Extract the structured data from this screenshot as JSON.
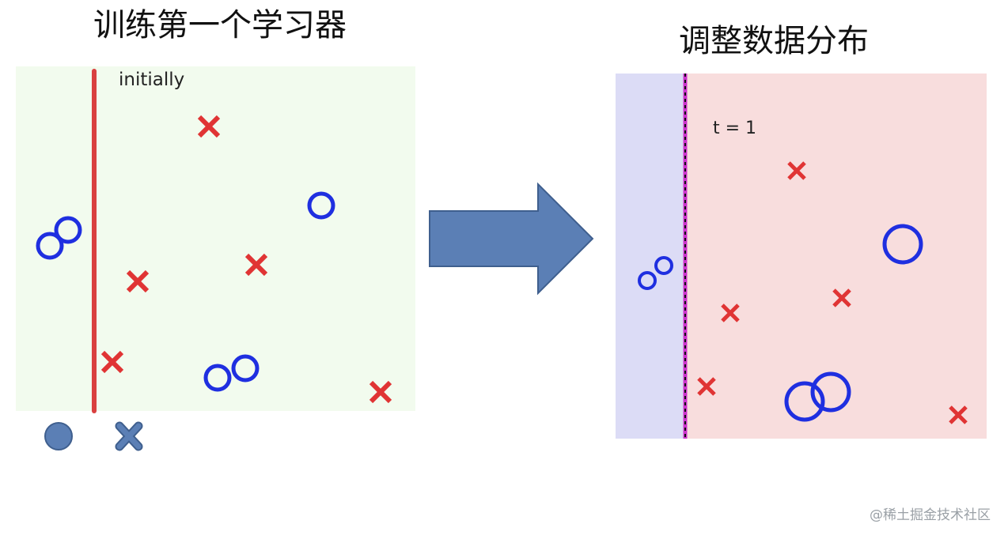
{
  "left": {
    "title": "训练第一个学习器",
    "label": "initially",
    "background": "#f2fbee",
    "line_color": "#d94040"
  },
  "right": {
    "title": "调整数据分布",
    "label": "t = 1",
    "left_background": "#dcdcf6",
    "right_background": "#f8dddd",
    "boundary_color": "#cc33cc"
  },
  "arrow": {
    "fill": "#5b7fb5",
    "stroke": "#3f5f8e"
  },
  "marker_colors": {
    "circle": "#1f2fe0",
    "cross": "#e03434",
    "legend": "#5b7fb5"
  },
  "legend": {
    "items": [
      "circle-icon",
      "cross-icon"
    ]
  },
  "watermark": "@稀土掘金技术社区"
}
